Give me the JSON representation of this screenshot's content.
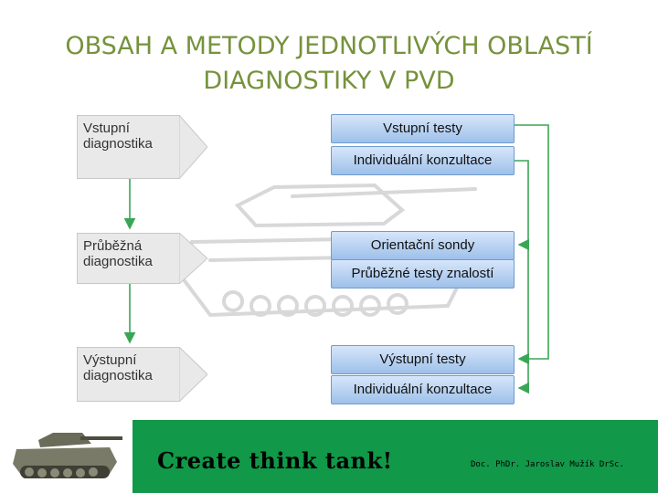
{
  "title": {
    "line1": "OBSAH A METODY JEDNOTLIVÝCH OBLASTÍ",
    "line2": "DIAGNOSTIKY V PVD"
  },
  "stages": [
    {
      "label_line1": "Vstupní",
      "label_line2": "diagnostika",
      "methods": [
        "Vstupní testy",
        "Individuální konzultace"
      ]
    },
    {
      "label_line1": "Průběžná",
      "label_line2": "diagnostika",
      "methods": [
        "Orientační sondy",
        "Průběžné testy znalostí"
      ]
    },
    {
      "label_line1": "Výstupní",
      "label_line2": "diagnostika",
      "methods": [
        "Výstupní testy",
        "Individuální konzultace"
      ]
    }
  ],
  "footer": {
    "slogan": "Create think tank!",
    "author": "Doc. PhDr. Jaroslav Mužík DrSc."
  },
  "colors": {
    "title": "#76923c",
    "footer": "#119848",
    "arrows": "#3aa655",
    "method_border": "#6f9bd0"
  }
}
